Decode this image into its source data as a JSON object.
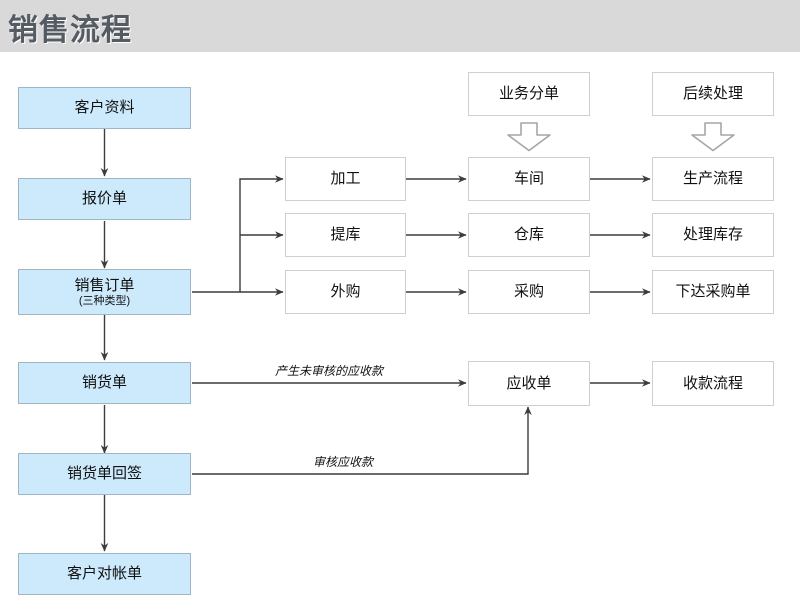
{
  "header": {
    "title": "销售流程"
  },
  "diagram": {
    "type": "flowchart",
    "column_headers": [
      {
        "id": "hdr-fenden",
        "label": "业务分单"
      },
      {
        "id": "hdr-houxu",
        "label": "后续处理"
      }
    ],
    "block_arrows": [
      {
        "id": "block-arrow-fenden",
        "direction": "down"
      },
      {
        "id": "block-arrow-houxu",
        "direction": "down"
      }
    ],
    "nodes": [
      {
        "id": "khzl",
        "label": "客户资料",
        "sub": "",
        "style": "blue"
      },
      {
        "id": "bjd",
        "label": "报价单",
        "sub": "",
        "style": "blue"
      },
      {
        "id": "xsdd",
        "label": "销售订单",
        "sub": "(三种类型)",
        "style": "blue"
      },
      {
        "id": "xhd",
        "label": "销货单",
        "sub": "",
        "style": "blue"
      },
      {
        "id": "xhdhq",
        "label": "销货单回签",
        "sub": "",
        "style": "blue"
      },
      {
        "id": "khdzd",
        "label": "客户对帐单",
        "sub": "",
        "style": "blue"
      },
      {
        "id": "jiagong",
        "label": "加工",
        "sub": "",
        "style": "white"
      },
      {
        "id": "tiku",
        "label": "提库",
        "sub": "",
        "style": "white"
      },
      {
        "id": "waigou",
        "label": "外购",
        "sub": "",
        "style": "white"
      },
      {
        "id": "cheijan",
        "label": "车间",
        "sub": "",
        "style": "white"
      },
      {
        "id": "cangku",
        "label": "仓库",
        "sub": "",
        "style": "white"
      },
      {
        "id": "caigou",
        "label": "采购",
        "sub": "",
        "style": "white"
      },
      {
        "id": "scll",
        "label": "生产流程",
        "sub": "",
        "style": "white"
      },
      {
        "id": "clkc",
        "label": "处理库存",
        "sub": "",
        "style": "white"
      },
      {
        "id": "xdcgd",
        "label": "下达采购单",
        "sub": "",
        "style": "white"
      },
      {
        "id": "ysd",
        "label": "应收单",
        "sub": "",
        "style": "white"
      },
      {
        "id": "skll",
        "label": "收款流程",
        "sub": "",
        "style": "white"
      }
    ],
    "edge_labels": [
      {
        "id": "edge-label-weishenhe",
        "text": "产生未审核的应收款"
      },
      {
        "id": "edge-label-shenhe",
        "text": "审核应收款"
      }
    ],
    "edges": [
      {
        "from": "khzl",
        "to": "bjd"
      },
      {
        "from": "bjd",
        "to": "xsdd"
      },
      {
        "from": "xsdd",
        "to": "xhd"
      },
      {
        "from": "xhd",
        "to": "xhdhq"
      },
      {
        "from": "xhdhq",
        "to": "khdzd"
      },
      {
        "from": "xsdd",
        "to": "jiagong"
      },
      {
        "from": "xsdd",
        "to": "tiku"
      },
      {
        "from": "xsdd",
        "to": "waigou"
      },
      {
        "from": "jiagong",
        "to": "cheijan"
      },
      {
        "from": "tiku",
        "to": "cangku"
      },
      {
        "from": "waigou",
        "to": "caigou"
      },
      {
        "from": "cheijan",
        "to": "scll"
      },
      {
        "from": "cangku",
        "to": "clkc"
      },
      {
        "from": "caigou",
        "to": "xdcgd"
      },
      {
        "from": "xhd",
        "to": "ysd",
        "label": "产生未审核的应收款"
      },
      {
        "from": "xhdhq",
        "to": "ysd",
        "label": "审核应收款"
      },
      {
        "from": "ysd",
        "to": "skll"
      }
    ]
  },
  "colors": {
    "header_bg": "#d9d9d9",
    "header_text": "#555b63",
    "node_blue_fill": "#cdeafc",
    "node_blue_border": "#9fb6c4",
    "node_white_fill": "#ffffff",
    "node_white_border": "#cfcfcf",
    "connector": "#3c3c3c",
    "block_arrow_border": "#a6a6a6"
  }
}
